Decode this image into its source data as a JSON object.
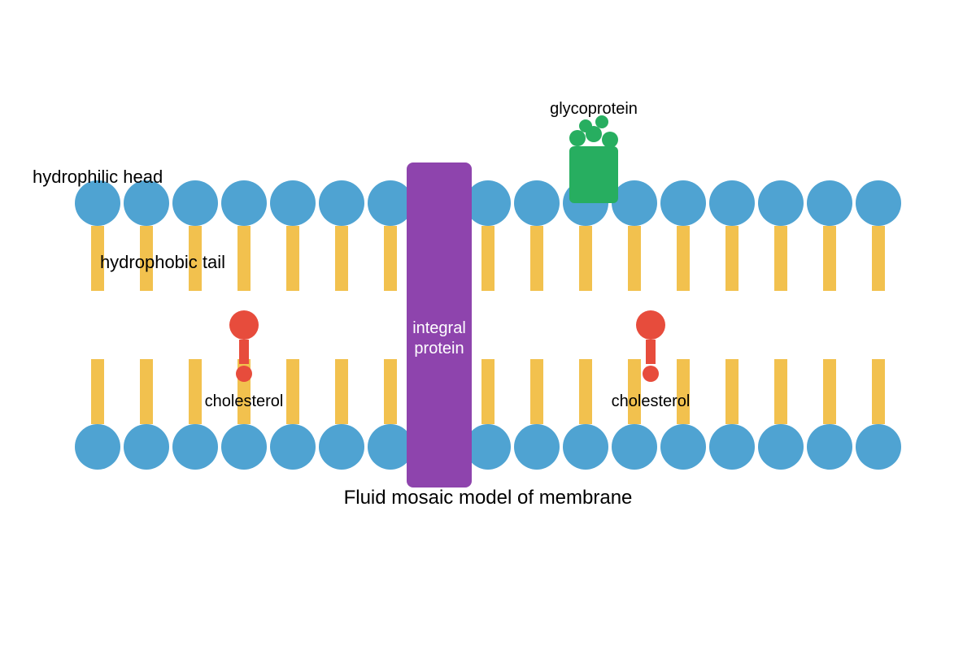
{
  "diagram": {
    "title": "Fluid mosaic model of membrane",
    "labels": {
      "hydrophilic_head": "hydrophilic head",
      "hydrophobic_tail": "hydrophobic tail",
      "integral_protein_line1": "integral",
      "integral_protein_line2": "protein",
      "glycoprotein": "glycoprotein",
      "cholesterol_left": "cholesterol",
      "cholesterol_right": "cholesterol"
    },
    "phospholipids_per_leaflet": 17,
    "colors": {
      "head": "#4fa3d2",
      "tail": "#f2c14e",
      "integral_protein": "#8e44ad",
      "glycoprotein": "#27ae60",
      "cholesterol": "#e74c3c",
      "text": "#000000",
      "protein_text": "#ffffff"
    }
  }
}
